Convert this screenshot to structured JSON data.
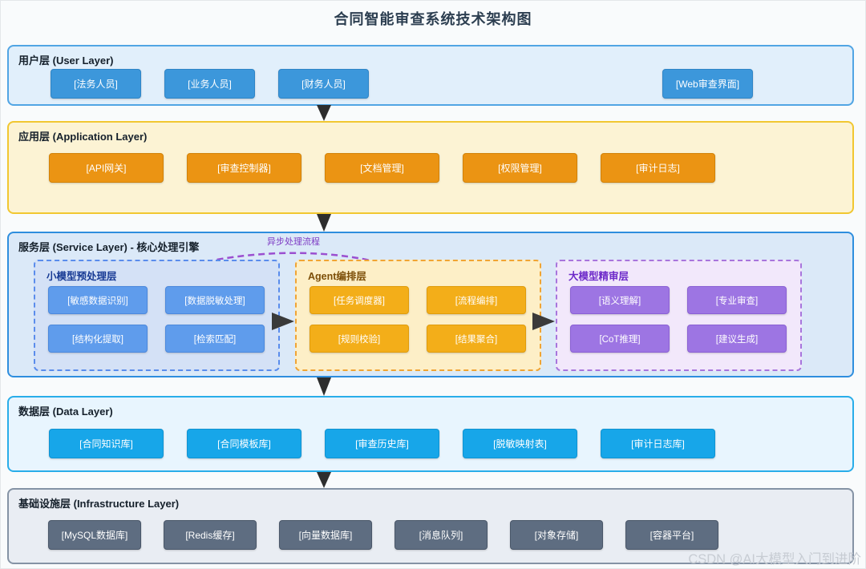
{
  "title": "合同智能审查系统技术架构图",
  "watermark": "CSDN @AI大模型入门到进阶",
  "colors": {
    "user_layer_border": "#51a5e4",
    "user_node": "#3c97db",
    "web_node": "#2aa75e",
    "app_layer_border": "#f1c731",
    "app_node": "#eb9413",
    "service_layer_border": "#2e8ede",
    "small_model_node": "#5f9cec",
    "agent_node": "#f3ae19",
    "llm_node": "#9d75e3",
    "data_node": "#17a6e9",
    "infra_node": "#5e6d81",
    "flow_arrow": "#9b4fd0",
    "layer_arrow": "#2d2d2d"
  },
  "layers": {
    "user": {
      "label": "用户层 (User Layer)",
      "items": [
        "[法务人员]",
        "[业务人员]",
        "[财务人员]"
      ],
      "highlight_item": "[Web审查界面]"
    },
    "application": {
      "label": "应用层 (Application Layer)",
      "items": [
        "[API网关]",
        "[审查控制器]",
        "[文档管理]",
        "[权限管理]",
        "[审计日志]"
      ]
    },
    "service": {
      "label": "服务层 (Service Layer) - 核心处理引擎",
      "flow_label": "异步处理流程",
      "groups": [
        {
          "title": "小模型预处理层",
          "items": [
            "[敏感数据识别]",
            "[数据脱敏处理]",
            "[结构化提取]",
            "[检索匹配]"
          ]
        },
        {
          "title": "Agent编排层",
          "items": [
            "[任务调度器]",
            "[流程编排]",
            "[规则校验]",
            "[结果聚合]"
          ]
        },
        {
          "title": "大模型精审层",
          "items": [
            "[语义理解]",
            "[专业审查]",
            "[CoT推理]",
            "[建议生成]"
          ]
        }
      ]
    },
    "data": {
      "label": "数据层 (Data Layer)",
      "items": [
        "[合同知识库]",
        "[合同模板库]",
        "[审查历史库]",
        "[脱敏映射表]",
        "[审计日志库]"
      ]
    },
    "infrastructure": {
      "label": "基础设施层 (Infrastructure Layer)",
      "items": [
        "[MySQL数据库]",
        "[Redis缓存]",
        "[向量数据库]",
        "[消息队列]",
        "[对象存储]",
        "[容器平台]"
      ]
    }
  }
}
